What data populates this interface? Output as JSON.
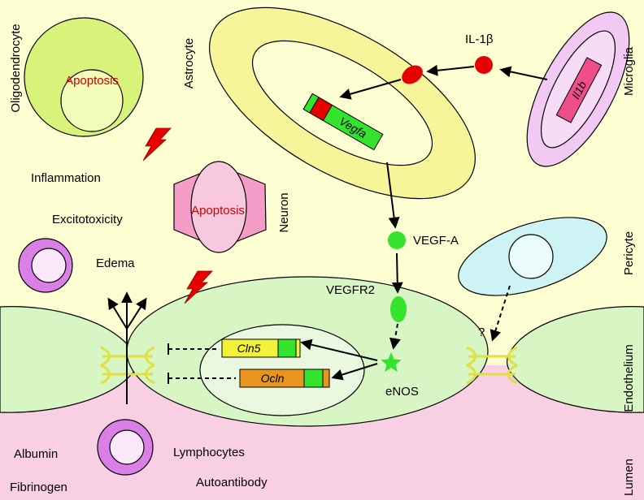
{
  "labels": {
    "oligodendrocyte": "Oligodendrocyte",
    "astrocyte": "Astrocyte",
    "microglia": "Microglia",
    "neuron": "Neuron",
    "pericyte": "Pericyte",
    "endothelium": "Endothelium",
    "lumen": "Lumen",
    "apoptosis_oligo": "Apoptosis",
    "apoptosis_neuron": "Apoptosis",
    "inflammation": "Inflammation",
    "excitotoxicity": "Excitotoxicity",
    "edema": "Edema",
    "il1b": "IL-1β",
    "vegfa_protein": "VEGF-A",
    "vegfr2": "VEGFR2",
    "enos": "eNOS",
    "question": "?",
    "albumin": "Albumin",
    "fibrinogen": "Fibrinogen",
    "lymphocytes": "Lymphocytes",
    "autoantibody": "Autoantibody"
  },
  "genes": {
    "vegfa": "Vegfa",
    "il1b": "Il1b",
    "cln5": "Cln5",
    "ocln": "Ocln"
  },
  "colors": {
    "background_brain": "#fdfdd2",
    "endothelium": "#d8f5c4",
    "lumen": "#f9cfe4",
    "astrocyte_outer": "#f7f59a",
    "microglia": "#f1c9f3",
    "oligodendrocyte": "#d8f27a",
    "neuron": "#f59cc8",
    "pericyte": "#cef3f4",
    "lymphocyte": "#d97fe6",
    "green_signal": "#34e32c",
    "red_signal": "#e60000",
    "tight_junction": "#e0e040",
    "cln5_box": "#f2f23a",
    "ocln_box": "#e8951e"
  }
}
